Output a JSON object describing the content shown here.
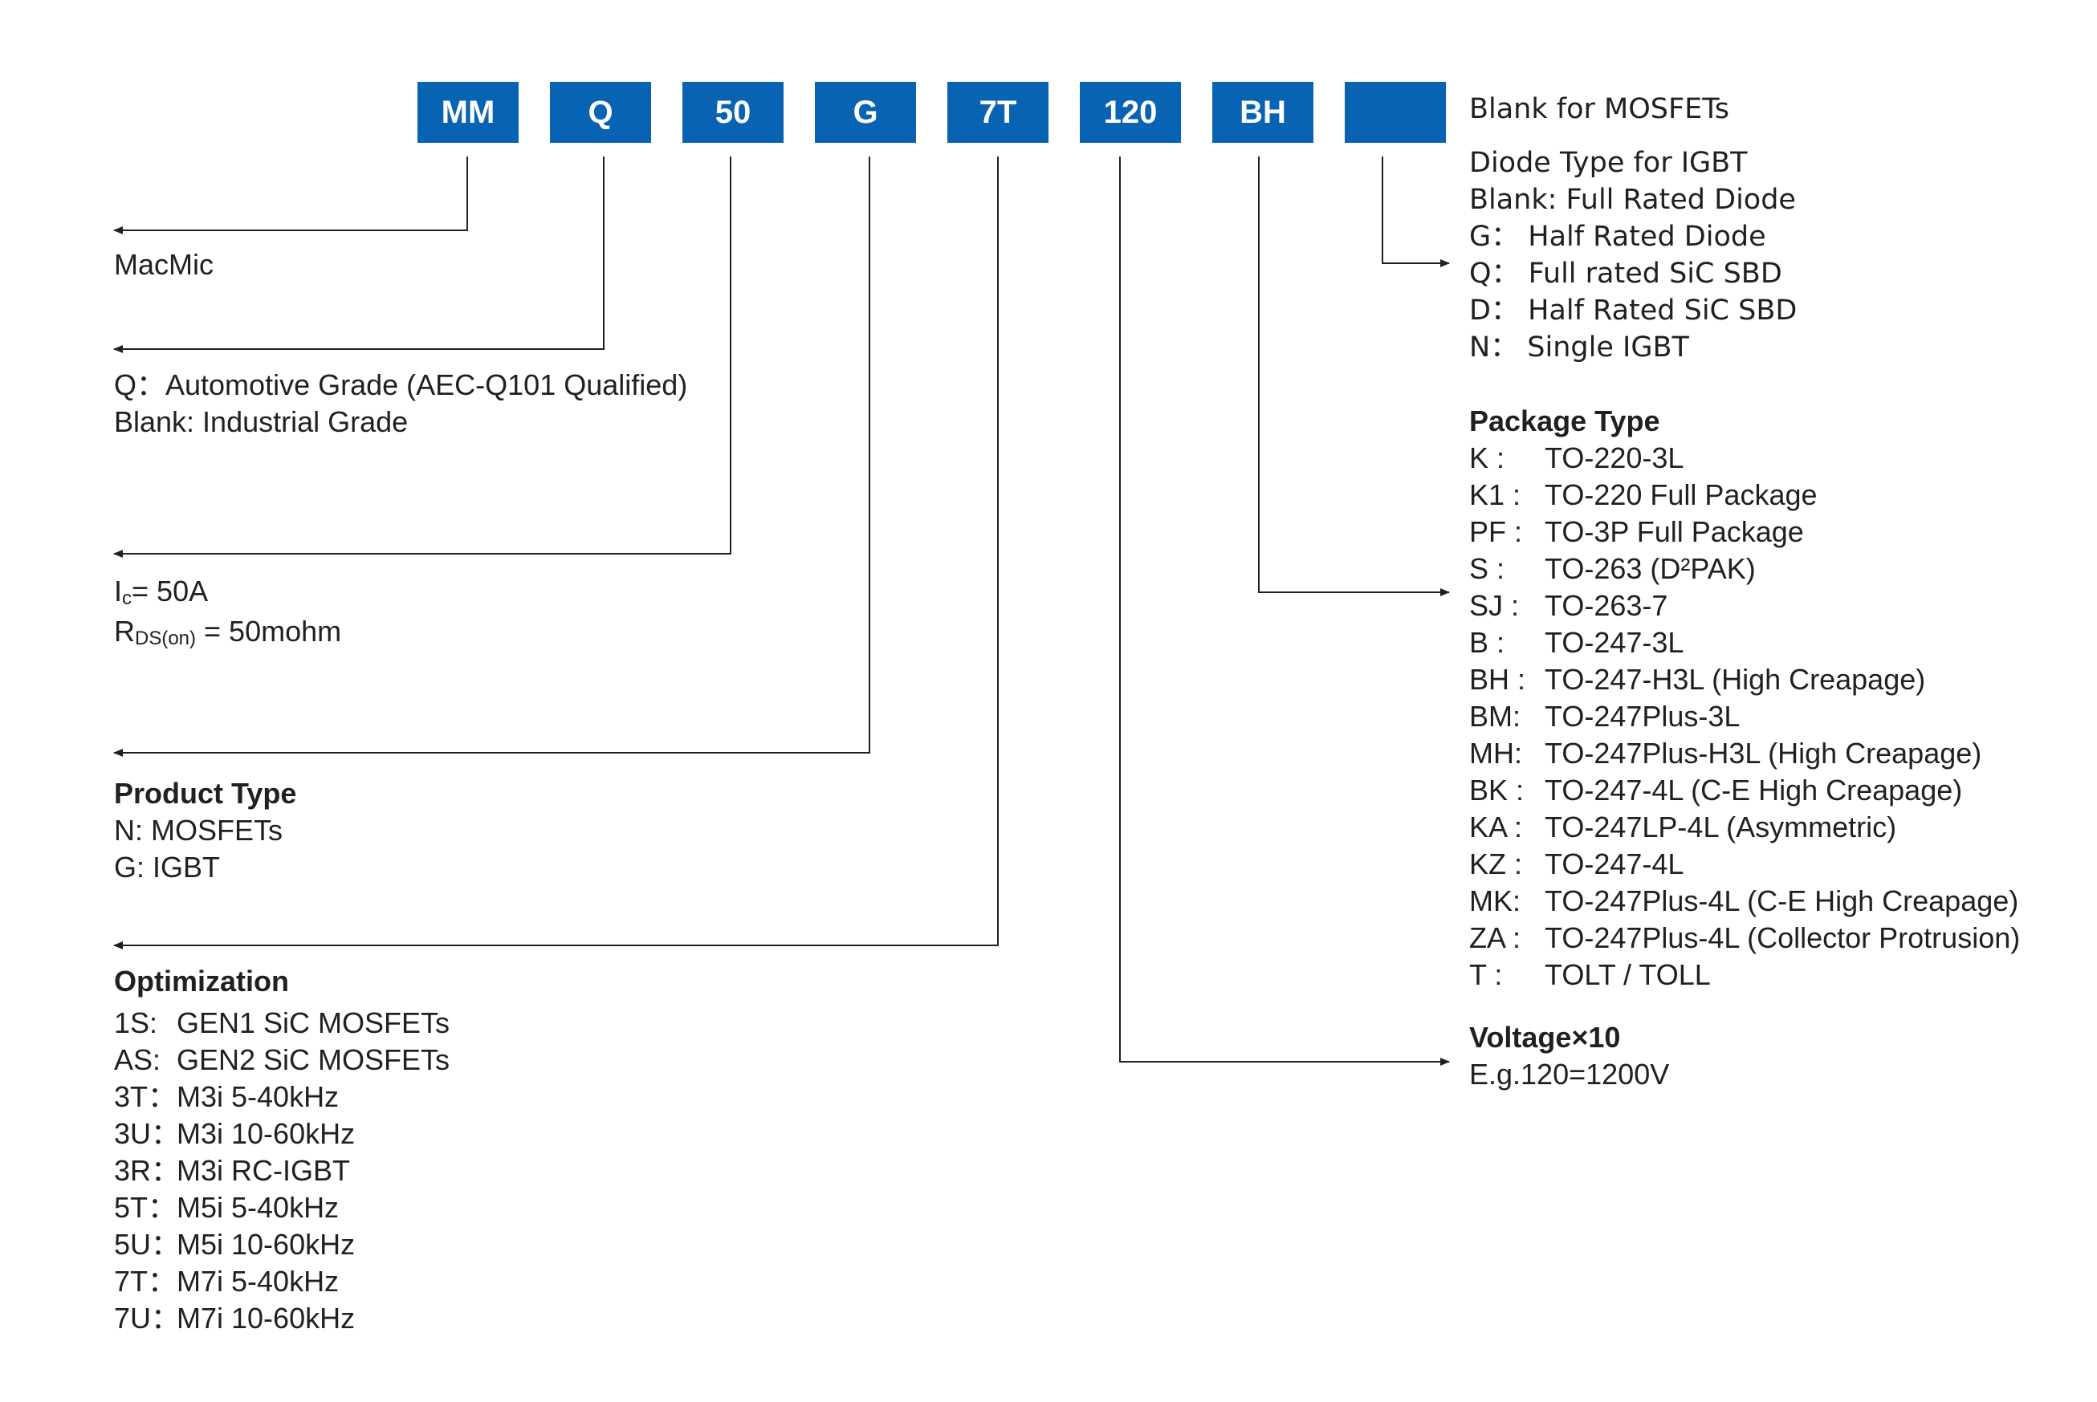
{
  "codes": [
    "MM",
    "Q",
    "50",
    "G",
    "7T",
    "120",
    "BH",
    ""
  ],
  "macmic": "MacMic",
  "grade": {
    "line1": "Q：Automotive Grade (AEC-Q101 Qualified)",
    "line2": "Blank: Industrial Grade"
  },
  "current": {
    "ic_letter": "I",
    "ic_sub": "c",
    "ic_value": "= 50A",
    "rds_letter": "R",
    "rds_sub": "DS(on)",
    "rds_value": " = 50mohm"
  },
  "product_type": {
    "title": "Product Type",
    "items": [
      "N: MOSFETs",
      "G: IGBT"
    ]
  },
  "optimization": {
    "title": "Optimization",
    "items": [
      {
        "code": "1S:",
        "desc": "GEN1 SiC MOSFETs"
      },
      {
        "code": "AS:",
        "desc": "GEN2 SiC MOSFETs"
      },
      {
        "code": "3T：",
        "desc": "M3i 5-40kHz"
      },
      {
        "code": "3U：",
        "desc": "M3i 10-60kHz"
      },
      {
        "code": "3R：",
        "desc": "M3i RC-IGBT"
      },
      {
        "code": "5T：",
        "desc": "M5i 5-40kHz"
      },
      {
        "code": "5U：",
        "desc": "M5i 10-60kHz"
      },
      {
        "code": "7T：",
        "desc": "M7i 5-40kHz"
      },
      {
        "code": "7U：",
        "desc": "M7i 10-60kHz"
      }
    ]
  },
  "blank_mosfets": "Blank for MOSFETs",
  "diode": {
    "title": "Diode Type for IGBT",
    "items": [
      "Blank: Full Rated Diode",
      "G： Half Rated Diode",
      "Q： Full rated SiC SBD",
      "D： Half Rated SiC SBD",
      "N： Single IGBT"
    ]
  },
  "package": {
    "title": "Package Type",
    "items": [
      {
        "code": "K    :",
        "desc": "TO-220-3L"
      },
      {
        "code": "K1 :",
        "desc": "TO-220 Full Package"
      },
      {
        "code": "PF :",
        "desc": "TO-3P Full Package"
      },
      {
        "code": "S    :",
        "desc": "TO-263 (D²PAK)"
      },
      {
        "code": "SJ :",
        "desc": "TO-263-7"
      },
      {
        "code": "B    :",
        "desc": "TO-247-3L"
      },
      {
        "code": "BH :",
        "desc": "TO-247-H3L (High Creapage)"
      },
      {
        "code": "BM:",
        "desc": "TO-247Plus-3L"
      },
      {
        "code": "MH:",
        "desc": "TO-247Plus-H3L (High Creapage)"
      },
      {
        "code": "BK :",
        "desc": "TO-247-4L (C-E High Creapage)"
      },
      {
        "code": "KA :",
        "desc": "TO-247LP-4L (Asymmetric)"
      },
      {
        "code": "KZ :",
        "desc": "TO-247-4L"
      },
      {
        "code": "MK:",
        "desc": "TO-247Plus-4L (C-E High Creapage)"
      },
      {
        "code": "ZA :",
        "desc": "TO-247Plus-4L (Collector Protrusion)"
      },
      {
        "code": "T    :",
        "desc": "TOLT / TOLL"
      }
    ]
  },
  "voltage": {
    "title": "Voltage×10",
    "example": "E.g.120=1200V"
  },
  "colors": {
    "box": "#0864b3",
    "text": "#231f20",
    "line": "#231f20"
  }
}
